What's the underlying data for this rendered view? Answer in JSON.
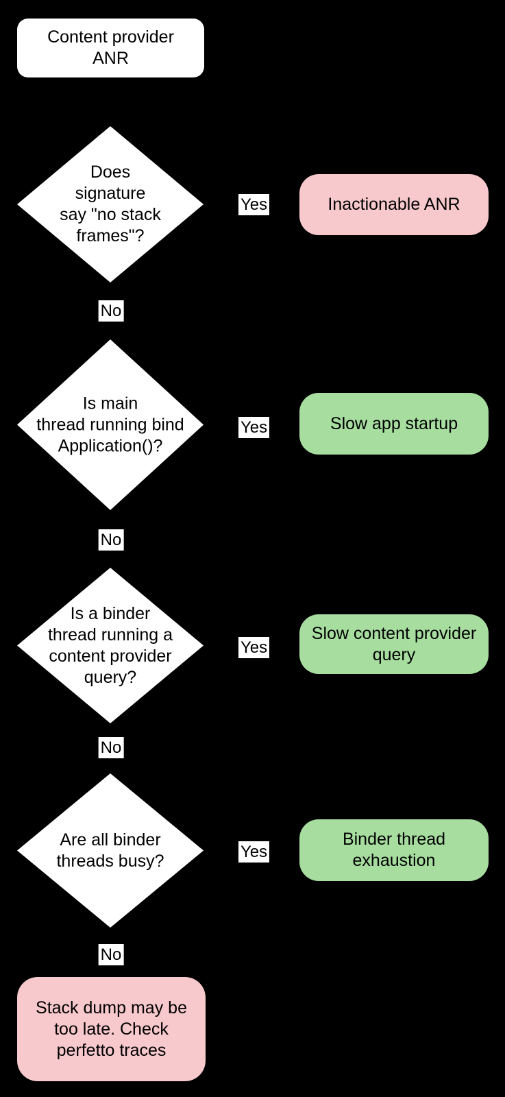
{
  "colors": {
    "background": "#000000",
    "node_fill": "#ffffff",
    "outcome_red": "#f8c9cc",
    "outcome_green": "#a7dea0",
    "text": "#000000"
  },
  "flowchart": {
    "start": {
      "label": "Content provider\nANR"
    },
    "steps": [
      {
        "question": "Does\nsignature\nsay \"no stack\nframes\"?",
        "yes_label": "Yes",
        "no_label": "No",
        "outcome": {
          "label": "Inactionable ANR",
          "severity": "red"
        }
      },
      {
        "question": "Is main\nthread running bind\nApplication()?",
        "yes_label": "Yes",
        "no_label": "No",
        "outcome": {
          "label": "Slow app startup",
          "severity": "green"
        }
      },
      {
        "question": "Is a binder\nthread running a\ncontent provider\nquery?",
        "yes_label": "Yes",
        "no_label": "No",
        "outcome": {
          "label": "Slow content provider\nquery",
          "severity": "green"
        }
      },
      {
        "question": "Are all binder\nthreads busy?",
        "yes_label": "Yes",
        "no_label": "No",
        "outcome": {
          "label": "Binder thread\nexhaustion",
          "severity": "green"
        }
      }
    ],
    "final": {
      "label": "Stack dump may be\ntoo late. Check\nperfetto traces",
      "severity": "red"
    }
  }
}
